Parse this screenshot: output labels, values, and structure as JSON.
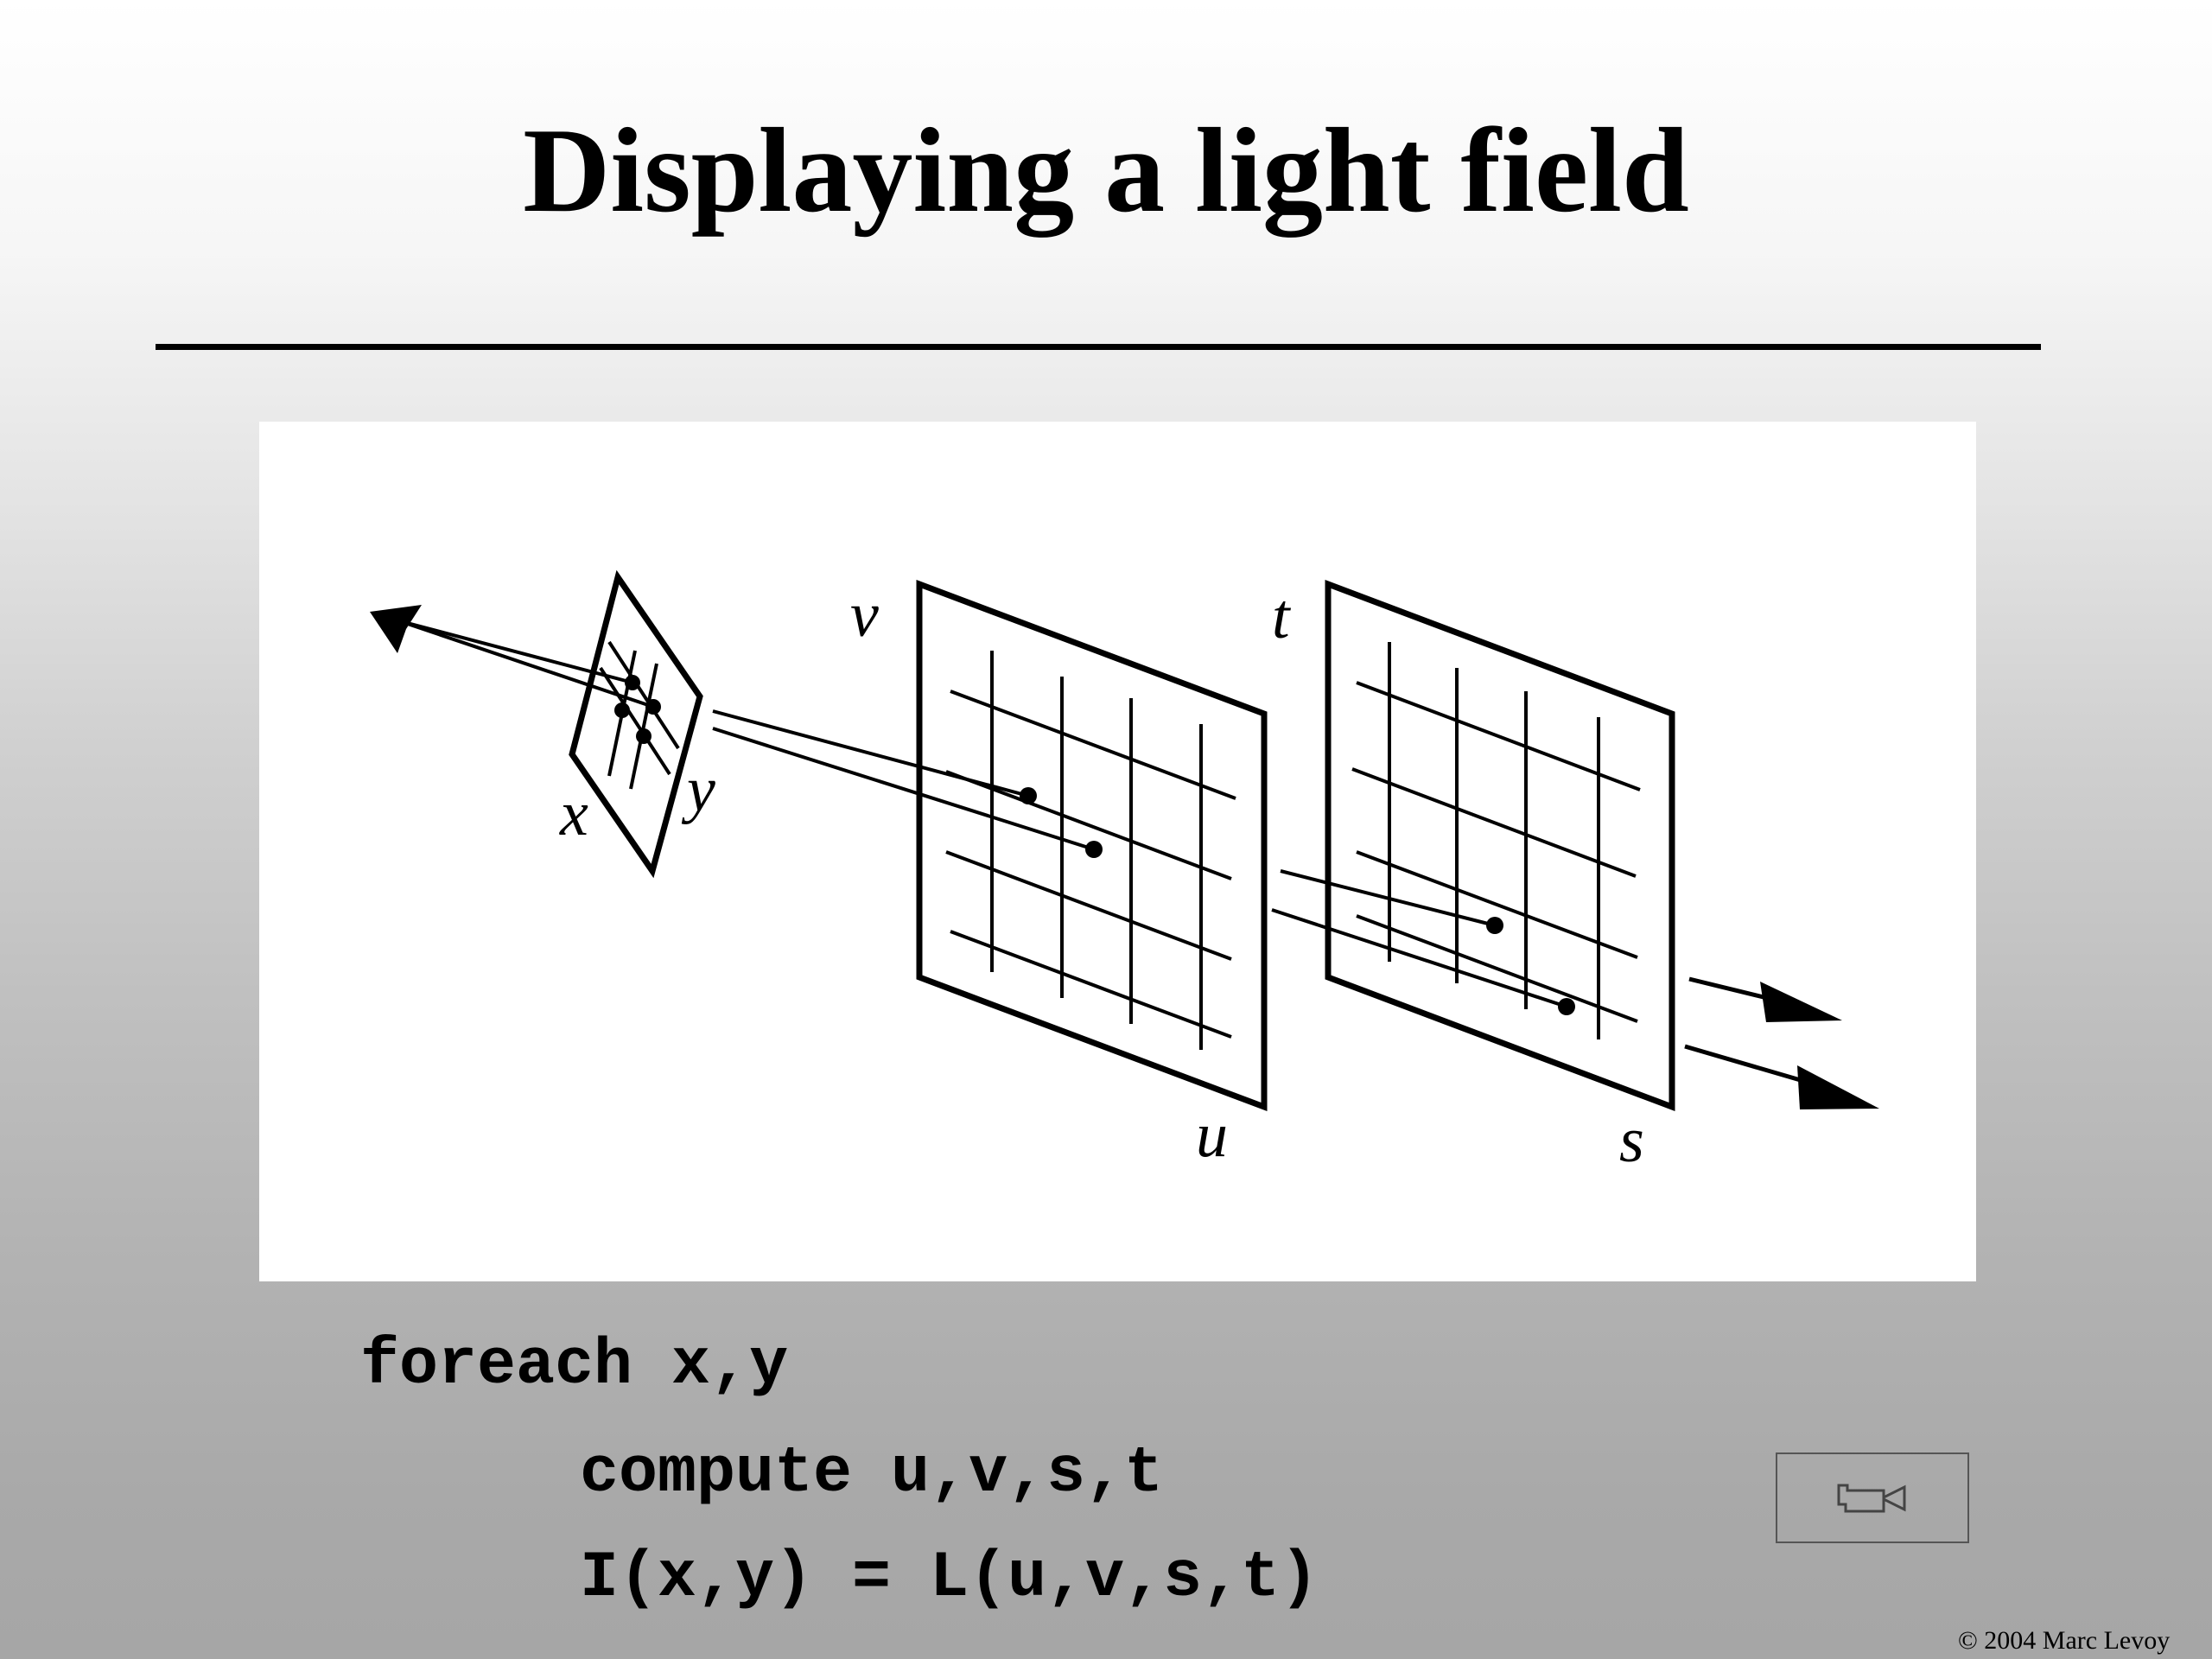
{
  "slide": {
    "title": "Displaying a light field"
  },
  "figure": {
    "labels": {
      "x": "x",
      "y": "y",
      "u": "u",
      "v": "v",
      "s": "s",
      "t": "t"
    }
  },
  "code": {
    "line1": "foreach x,y",
    "line2": "compute u,v,s,t",
    "line3": "I(x,y) = L(u,v,s,t)"
  },
  "controls": {
    "movie_icon": "movie-camera-icon"
  },
  "footer": {
    "copyright": "© 2004 Marc Levoy"
  }
}
